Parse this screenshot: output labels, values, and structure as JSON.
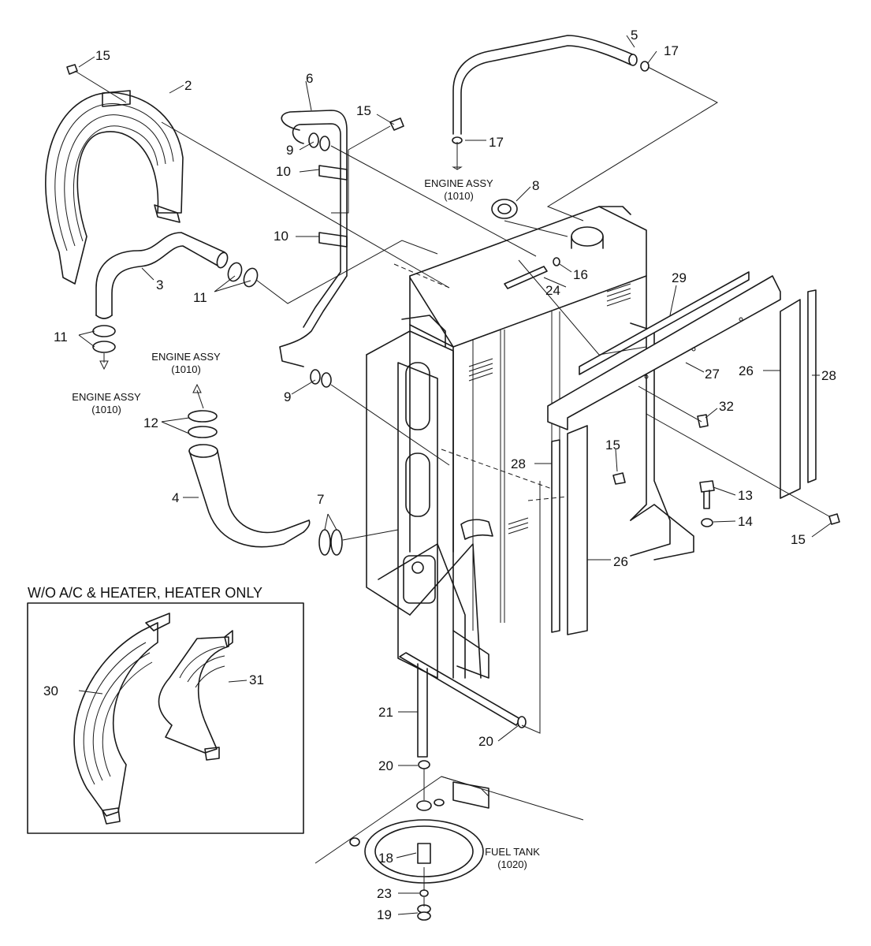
{
  "diagram": {
    "callouts": [
      {
        "id": "c15a",
        "text": "15"
      },
      {
        "id": "c2",
        "text": "2"
      },
      {
        "id": "c3",
        "text": "3"
      },
      {
        "id": "c11a",
        "text": "11"
      },
      {
        "id": "c11b",
        "text": "11"
      },
      {
        "id": "c6",
        "text": "6"
      },
      {
        "id": "c15b",
        "text": "15"
      },
      {
        "id": "c9a",
        "text": "9"
      },
      {
        "id": "c10a",
        "text": "10"
      },
      {
        "id": "c10b",
        "text": "10"
      },
      {
        "id": "c9b",
        "text": "9"
      },
      {
        "id": "c12",
        "text": "12"
      },
      {
        "id": "c4",
        "text": "4"
      },
      {
        "id": "c7",
        "text": "7"
      },
      {
        "id": "c5",
        "text": "5"
      },
      {
        "id": "c17a",
        "text": "17"
      },
      {
        "id": "c17b",
        "text": "17"
      },
      {
        "id": "c8",
        "text": "8"
      },
      {
        "id": "c16",
        "text": "16"
      },
      {
        "id": "c24",
        "text": "24"
      },
      {
        "id": "c29",
        "text": "29"
      },
      {
        "id": "c27",
        "text": "27"
      },
      {
        "id": "c26a",
        "text": "26"
      },
      {
        "id": "c28a",
        "text": "28"
      },
      {
        "id": "c32",
        "text": "32"
      },
      {
        "id": "c15c",
        "text": "15"
      },
      {
        "id": "c28b",
        "text": "28"
      },
      {
        "id": "c13",
        "text": "13"
      },
      {
        "id": "c14",
        "text": "14"
      },
      {
        "id": "c15d",
        "text": "15"
      },
      {
        "id": "c26b",
        "text": "26"
      },
      {
        "id": "c21",
        "text": "21"
      },
      {
        "id": "c20a",
        "text": "20"
      },
      {
        "id": "c20b",
        "text": "20"
      },
      {
        "id": "c18",
        "text": "18"
      },
      {
        "id": "c23",
        "text": "23"
      },
      {
        "id": "c19",
        "text": "19"
      },
      {
        "id": "c30",
        "text": "30"
      },
      {
        "id": "c31",
        "text": "31"
      }
    ],
    "references": {
      "engine_top": [
        "ENGINE ASSY",
        "(1010)"
      ],
      "engine_left": [
        "ENGINE ASSY",
        "(1010)"
      ],
      "engine_mid": [
        "ENGINE ASSY",
        "(1010)"
      ],
      "fuel_tank": [
        "FUEL TANK",
        "(1020)"
      ]
    },
    "inset_title": "W/O A/C & HEATER, HEATER ONLY"
  }
}
